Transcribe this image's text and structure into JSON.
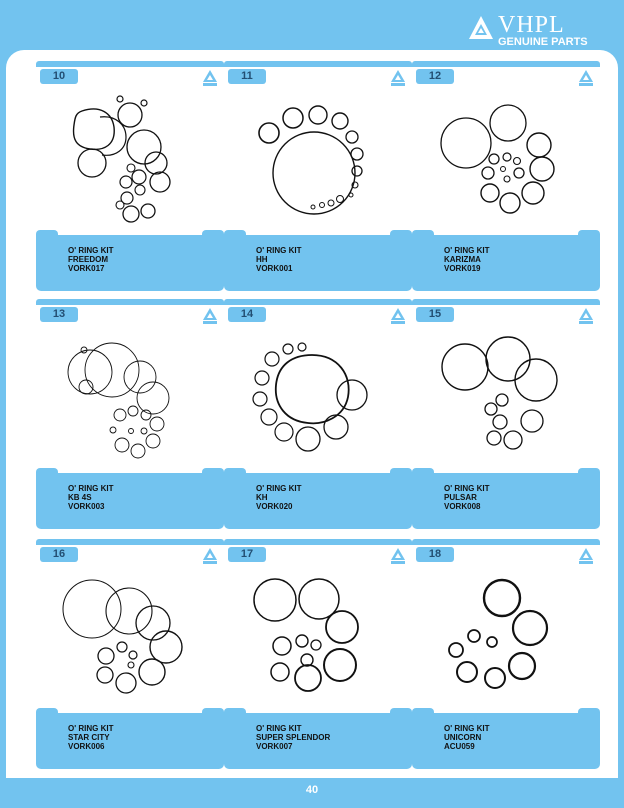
{
  "brand": {
    "name": "VHPL",
    "tagline": "GENUINE PARTS"
  },
  "cards": [
    {
      "num": "10",
      "type": "O' RING KIT",
      "model": "FREEDOM",
      "code": "VORK017"
    },
    {
      "num": "11",
      "type": "O' RING KIT",
      "model": "HH",
      "code": "VORK001"
    },
    {
      "num": "12",
      "type": "O' RING KIT",
      "model": "KARIZMA",
      "code": "VORK019"
    },
    {
      "num": "13",
      "type": "O' RING KIT",
      "model": "KB 4S",
      "code": "VORK003"
    },
    {
      "num": "14",
      "type": "O' RING KIT",
      "model": "KH",
      "code": "VORK020"
    },
    {
      "num": "15",
      "type": "O' RING KIT",
      "model": "PULSAR",
      "code": "VORK008"
    },
    {
      "num": "16",
      "type": "O' RING KIT",
      "model": "STAR CITY",
      "code": "VORK006"
    },
    {
      "num": "17",
      "type": "O' RING KIT",
      "model": "SUPER SPLENDOR",
      "code": "VORK007"
    },
    {
      "num": "18",
      "type": "O' RING KIT",
      "model": "UNICORN",
      "code": "ACU059"
    }
  ],
  "page_number": "40",
  "colors": {
    "accent": "#72c3ef",
    "text": "#111111",
    "badge_text": "#234f73"
  }
}
